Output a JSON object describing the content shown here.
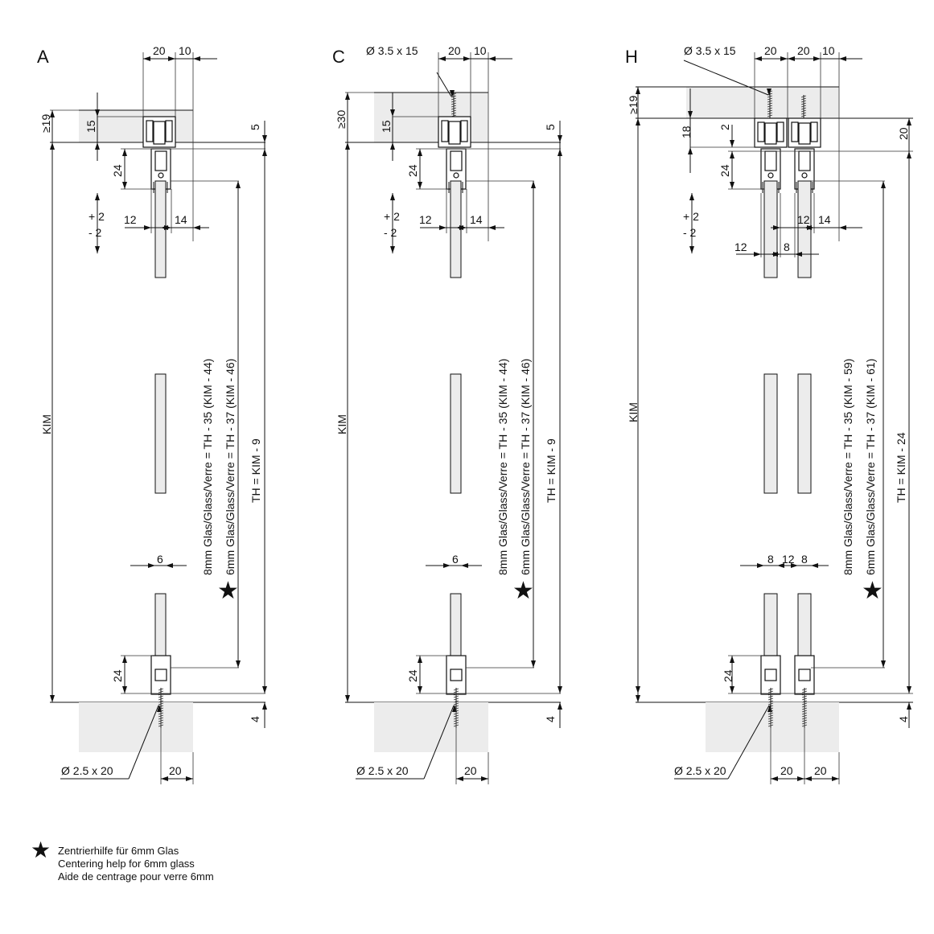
{
  "panels": [
    {
      "id": "A",
      "label": "A",
      "top_dims": [
        "20",
        "10"
      ],
      "ceiling_dim": "≥19",
      "track_depth": "15",
      "gap_dim": "5",
      "hanger_dim": "24",
      "adjust_plus": "+ 2",
      "adjust_minus": "- 2",
      "offset_left": "12",
      "offset_right": "14",
      "glass_width": "6",
      "bottom_guide_dim": "24",
      "floor_gap": "4",
      "floor_screw": "Ø 2.5 x 20",
      "floor_dim": "20",
      "kim": "KIM",
      "glass_8mm": "8mm Glas/Glass/Verre = TH - 35 (KIM - 44)",
      "glass_6mm": "6mm Glas/Glass/Verre = TH - 37 (KIM - 46)",
      "th": "TH = KIM - 9",
      "star": "★"
    },
    {
      "id": "C",
      "label": "C",
      "screw": "Ø 3.5 x 15",
      "top_dims": [
        "20",
        "10"
      ],
      "ceiling_dim": "≥30",
      "track_depth": "15",
      "gap_dim": "5",
      "hanger_dim": "24",
      "adjust_plus": "+ 2",
      "adjust_minus": "- 2",
      "offset_left": "12",
      "offset_right": "14",
      "glass_width": "6",
      "bottom_guide_dim": "24",
      "floor_gap": "4",
      "floor_screw": "Ø 2.5 x 20",
      "floor_dim": "20",
      "kim": "KIM",
      "glass_8mm": "8mm Glas/Glass/Verre = TH - 35 (KIM - 44)",
      "glass_6mm": "6mm Glas/Glass/Verre = TH - 37 (KIM - 46)",
      "th": "TH = KIM - 9",
      "star": "★"
    },
    {
      "id": "H",
      "label": "H",
      "screw": "Ø 3.5 x 15",
      "top_dims": [
        "20",
        "20",
        "10"
      ],
      "ceiling_dim": "≥19",
      "track_depth": "18",
      "track_gap": "2",
      "gap_dim": "20",
      "hanger_dim": "24",
      "adjust_plus": "+ 2",
      "adjust_minus": "- 2",
      "offset_left": "12",
      "offset_mid": "8",
      "offset_mid2": "12",
      "offset_right": "14",
      "glass_dims": [
        "8",
        "12",
        "8"
      ],
      "bottom_guide_dim": "24",
      "floor_gap": "4",
      "floor_screw": "Ø 2.5 x 20",
      "floor_dims": [
        "20",
        "20"
      ],
      "kim": "KIM",
      "glass_8mm": "8mm Glas/Glass/Verre = TH - 35 (KIM - 59)",
      "glass_6mm": "6mm Glas/Glass/Verre = TH - 37 (KIM - 61)",
      "th": "TH = KIM - 24",
      "star": "★"
    }
  ],
  "legend": {
    "star": "★",
    "lines": [
      "Zentrierhilfe für 6mm Glas",
      "Centering help for 6mm glass",
      "Aide de centrage pour verre 6mm"
    ]
  }
}
